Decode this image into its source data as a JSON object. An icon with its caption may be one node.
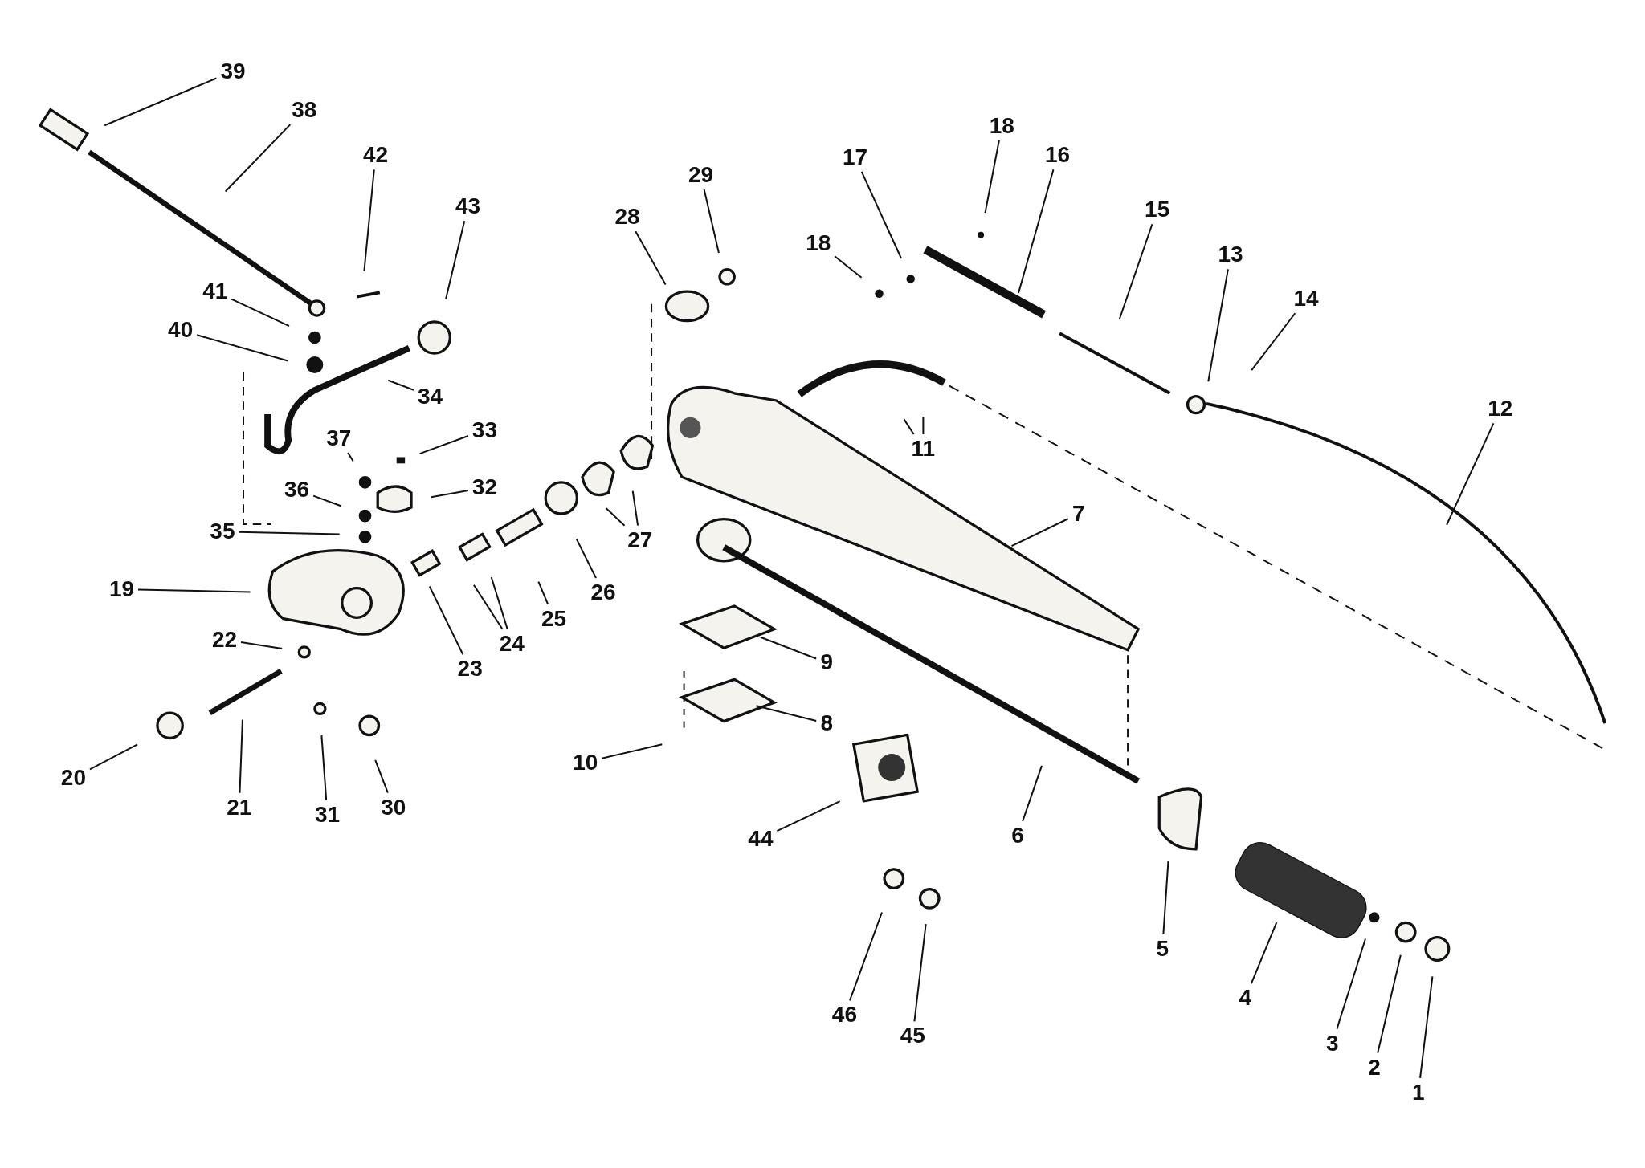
{
  "diagram": {
    "nodes": [
      {
        "text": [
          "39"
        ]
      },
      {
        "text": [
          "38"
        ]
      },
      {
        "text": [
          "18"
        ]
      },
      {
        "text": [
          "17"
        ]
      },
      {
        "text": [
          "16"
        ]
      },
      {
        "text": [
          "42"
        ]
      },
      {
        "text": [
          "29"
        ]
      },
      {
        "text": [
          "43"
        ]
      },
      {
        "text": [
          "28"
        ]
      },
      {
        "text": [
          "15"
        ]
      },
      {
        "text": [
          "18"
        ]
      },
      {
        "text": [
          "13"
        ]
      },
      {
        "text": [
          "41"
        ]
      },
      {
        "text": [
          "14"
        ]
      },
      {
        "text": [
          "40"
        ]
      },
      {
        "text": [
          "34"
        ]
      },
      {
        "text": [
          "12"
        ]
      },
      {
        "text": [
          "33"
        ]
      },
      {
        "text": [
          "37"
        ]
      },
      {
        "text": [
          "11"
        ]
      },
      {
        "text": [
          "32"
        ]
      },
      {
        "text": [
          "36"
        ]
      },
      {
        "text": [
          "7"
        ]
      },
      {
        "text": [
          "35"
        ]
      },
      {
        "text": [
          "27"
        ]
      },
      {
        "text": [
          "19"
        ]
      },
      {
        "text": [
          "26"
        ]
      },
      {
        "text": [
          "25"
        ]
      },
      {
        "text": [
          "22"
        ]
      },
      {
        "text": [
          "24"
        ]
      },
      {
        "text": [
          "9"
        ]
      },
      {
        "text": [
          "23"
        ]
      },
      {
        "text": [
          "8"
        ]
      },
      {
        "text": [
          "10"
        ]
      },
      {
        "text": [
          "20"
        ]
      },
      {
        "text": [
          "30"
        ]
      },
      {
        "text": [
          "21"
        ]
      },
      {
        "text": [
          "31"
        ]
      },
      {
        "text": [
          "6"
        ]
      },
      {
        "text": [
          "44"
        ]
      },
      {
        "text": [
          "5"
        ]
      },
      {
        "text": [
          "4"
        ]
      },
      {
        "text": [
          "46"
        ]
      },
      {
        "text": [
          "45"
        ]
      },
      {
        "text": [
          "3"
        ]
      },
      {
        "text": [
          "2"
        ]
      },
      {
        "text": [
          "1"
        ]
      }
    ],
    "edges": [
      {
        "from": 0,
        "to": null,
        "arrow": "none"
      },
      {
        "from": 1,
        "to": null,
        "arrow": "none"
      },
      {
        "from": 2,
        "to": null,
        "arrow": "none"
      },
      {
        "from": 3,
        "to": null,
        "arrow": "none"
      },
      {
        "from": 4,
        "to": null,
        "arrow": "none"
      },
      {
        "from": 5,
        "to": null,
        "arrow": "none"
      },
      {
        "from": 6,
        "to": null,
        "arrow": "none"
      },
      {
        "from": 7,
        "to": null,
        "arrow": "none"
      },
      {
        "from": 8,
        "to": null,
        "arrow": "none"
      },
      {
        "from": 9,
        "to": null,
        "arrow": "none"
      },
      {
        "from": 10,
        "to": null,
        "arrow": "none"
      },
      {
        "from": 11,
        "to": null,
        "arrow": "none"
      },
      {
        "from": 12,
        "to": null,
        "arrow": "none"
      },
      {
        "from": 13,
        "to": null,
        "arrow": "none"
      },
      {
        "from": 14,
        "to": null,
        "arrow": "none"
      },
      {
        "from": 15,
        "to": null,
        "arrow": "none"
      },
      {
        "from": 16,
        "to": null,
        "arrow": "none"
      },
      {
        "from": 17,
        "to": null,
        "arrow": "none"
      },
      {
        "from": 18,
        "to": null,
        "arrow": "none"
      },
      {
        "from": 19,
        "to": null,
        "arrow": "none"
      },
      {
        "from": 19,
        "to": null,
        "arrow": "none"
      },
      {
        "from": 20,
        "to": null,
        "arrow": "none"
      },
      {
        "from": 21,
        "to": null,
        "arrow": "none"
      },
      {
        "from": 22,
        "to": null,
        "arrow": "none"
      },
      {
        "from": 23,
        "to": null,
        "arrow": "none"
      },
      {
        "from": 24,
        "to": null,
        "arrow": "none"
      },
      {
        "from": 24,
        "to": null,
        "arrow": "none"
      },
      {
        "from": 25,
        "to": null,
        "arrow": "none"
      },
      {
        "from": 26,
        "to": null,
        "arrow": "none"
      },
      {
        "from": 27,
        "to": null,
        "arrow": "none"
      },
      {
        "from": 28,
        "to": null,
        "arrow": "none"
      },
      {
        "from": 29,
        "to": null,
        "arrow": "none"
      },
      {
        "from": 29,
        "to": null,
        "arrow": "none"
      },
      {
        "from": 30,
        "to": null,
        "arrow": "none"
      },
      {
        "from": 31,
        "to": null,
        "arrow": "none"
      },
      {
        "from": 32,
        "to": null,
        "arrow": "none"
      },
      {
        "from": 33,
        "to": null,
        "arrow": "none"
      },
      {
        "from": 34,
        "to": null,
        "arrow": "none"
      },
      {
        "from": 35,
        "to": null,
        "arrow": "none"
      },
      {
        "from": 36,
        "to": null,
        "arrow": "none"
      },
      {
        "from": 37,
        "to": null,
        "arrow": "none"
      },
      {
        "from": 38,
        "to": null,
        "arrow": "none"
      },
      {
        "from": 39,
        "to": null,
        "arrow": "none"
      },
      {
        "from": 40,
        "to": null,
        "arrow": "none"
      },
      {
        "from": 41,
        "to": null,
        "arrow": "none"
      },
      {
        "from": 42,
        "to": null,
        "arrow": "none"
      },
      {
        "from": 43,
        "to": null,
        "arrow": "none"
      },
      {
        "from": 44,
        "to": null,
        "arrow": "none"
      },
      {
        "from": 45,
        "to": null,
        "arrow": "none"
      },
      {
        "from": 46,
        "to": null,
        "arrow": "none"
      }
    ]
  }
}
